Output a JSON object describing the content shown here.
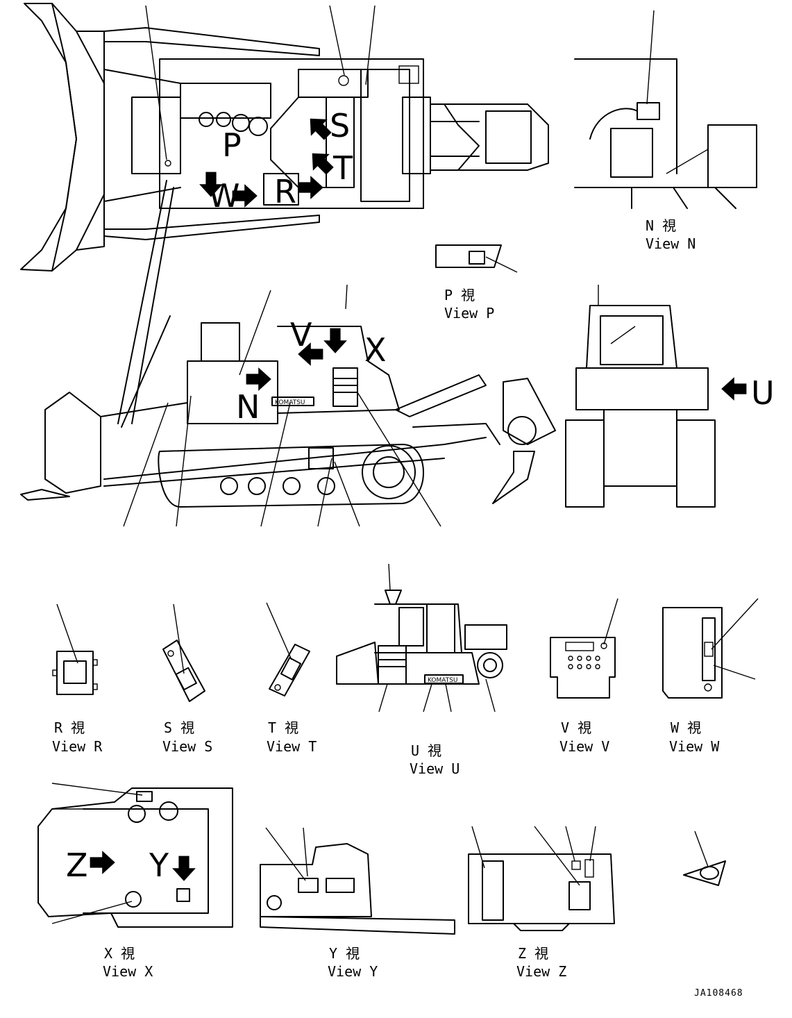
{
  "views": {
    "n": {
      "jp": "N 視",
      "en": "View N"
    },
    "p": {
      "jp": "P 視",
      "en": "View P"
    },
    "r": {
      "jp": "R 視",
      "en": "View R"
    },
    "s": {
      "jp": "S 視",
      "en": "View S"
    },
    "t": {
      "jp": "T 視",
      "en": "View T"
    },
    "u": {
      "jp": "U 視",
      "en": "View U"
    },
    "v": {
      "jp": "V 視",
      "en": "View V"
    },
    "w": {
      "jp": "W 視",
      "en": "View W"
    },
    "x": {
      "jp": "X 視",
      "en": "View X"
    },
    "y": {
      "jp": "Y 視",
      "en": "View Y"
    },
    "z": {
      "jp": "Z 視",
      "en": "View Z"
    }
  },
  "callouts": {
    "p": "P",
    "s": "S",
    "t": "T",
    "w": "W",
    "r": "R",
    "v": "V",
    "x": "X",
    "n": "N",
    "u": "U",
    "z": "Z",
    "y": "Y"
  },
  "logo_text": "KOMATSU",
  "document_id": "JA108468",
  "icons": [
    "arrow-icon"
  ]
}
